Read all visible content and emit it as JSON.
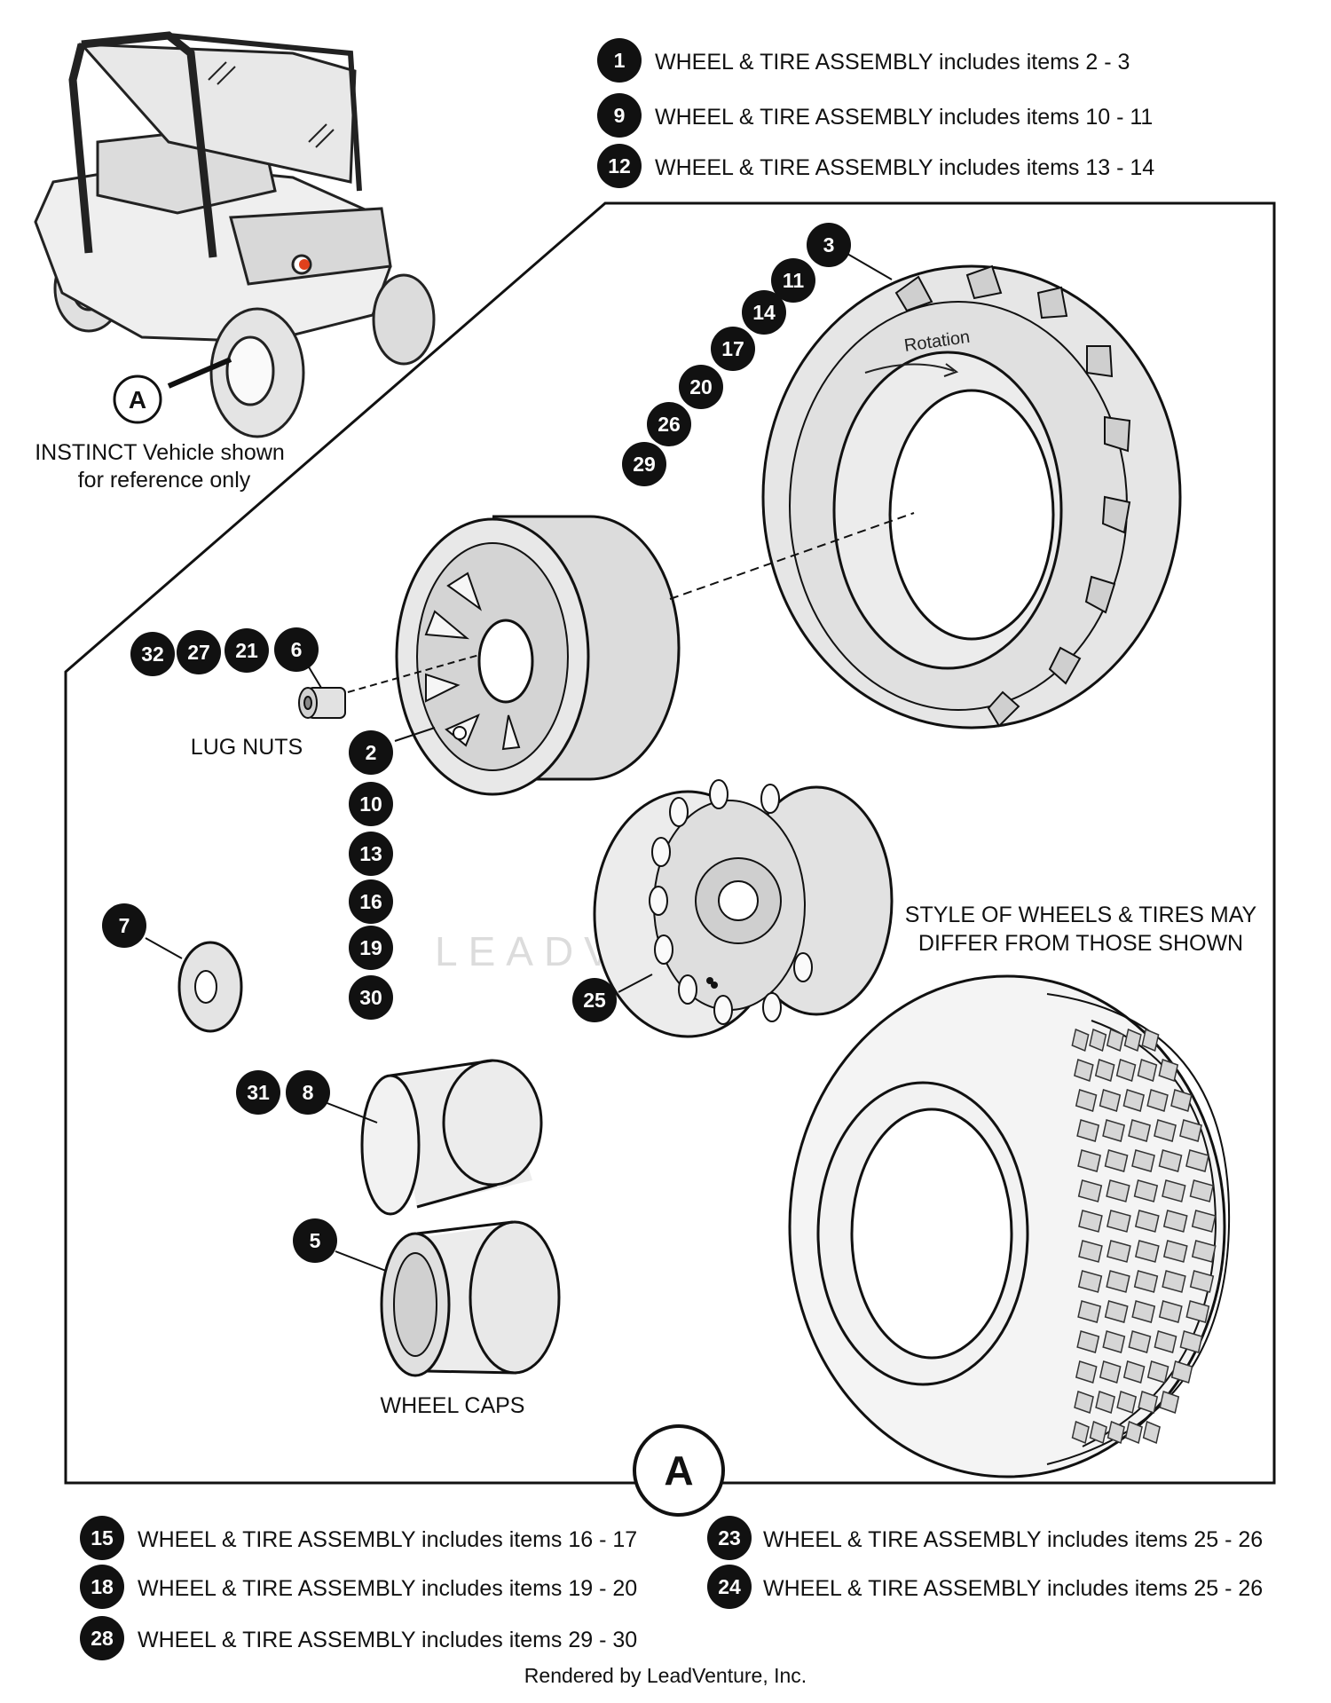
{
  "assemblies_top": [
    {
      "num": "1",
      "text": "WHEEL & TIRE ASSEMBLY includes items 2 - 3"
    },
    {
      "num": "9",
      "text": "WHEEL & TIRE ASSEMBLY includes items 10 - 11"
    },
    {
      "num": "12",
      "text": "WHEEL & TIRE ASSEMBLY includes items 13 - 14"
    }
  ],
  "assemblies_bottom_left": [
    {
      "num": "15",
      "text": "WHEEL & TIRE ASSEMBLY includes items 16 - 17"
    },
    {
      "num": "18",
      "text": "WHEEL & TIRE ASSEMBLY includes items 19 - 20"
    },
    {
      "num": "28",
      "text": "WHEEL & TIRE ASSEMBLY includes items 29 - 30"
    }
  ],
  "assemblies_bottom_right": [
    {
      "num": "23",
      "text": "WHEEL & TIRE ASSEMBLY includes items 25 - 26"
    },
    {
      "num": "24",
      "text": "WHEEL & TIRE ASSEMBLY includes items 25 - 26"
    }
  ],
  "vehicle_note": {
    "line1": "INSTINCT Vehicle shown",
    "line2": "for reference only"
  },
  "detail_letter": "A",
  "labels": {
    "lug_nuts": "LUG NUTS",
    "wheel_caps": "WHEEL CAPS",
    "style_note_line1": "STYLE OF WHEELS & TIRES MAY",
    "style_note_line2": "DIFFER FROM THOSE SHOWN",
    "tire_rotation": "Rotation"
  },
  "callouts": {
    "tire_column": [
      "3",
      "11",
      "14",
      "17",
      "20",
      "26",
      "29"
    ],
    "lug_row": [
      "32",
      "27",
      "21",
      "6"
    ],
    "wheel_column": [
      "2",
      "10",
      "13",
      "16",
      "19",
      "30"
    ],
    "washer": "7",
    "cap_pair": [
      "31",
      "8"
    ],
    "cap": "5",
    "steel_wheel": "25"
  },
  "watermark": "LEADVENTURE",
  "footer": "Rendered by LeadVenture, Inc."
}
